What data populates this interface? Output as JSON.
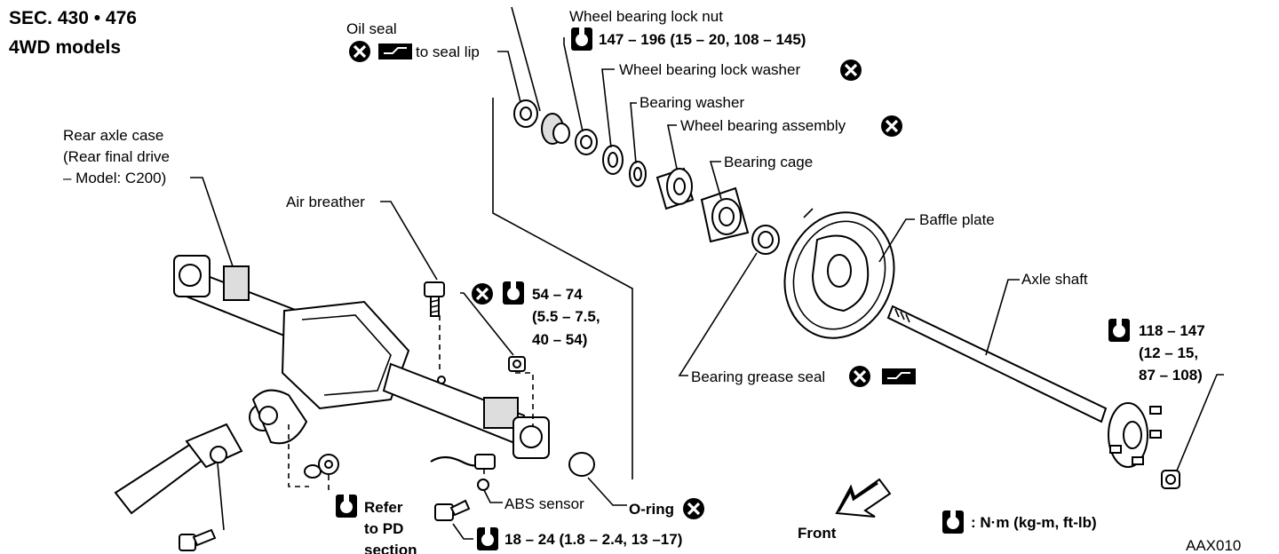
{
  "header": {
    "sec": "SEC. 430 • 476",
    "model": "4WD models"
  },
  "labels": {
    "oil_seal": "Oil seal",
    "to_seal_lip": "to seal lip",
    "wheel_bearing_lock_nut": "Wheel bearing lock nut",
    "lock_nut_torque": "147 – 196 (15 – 20, 108 – 145)",
    "wheel_bearing_lock_washer": "Wheel bearing lock washer",
    "bearing_washer": "Bearing washer",
    "wheel_bearing_assembly": "Wheel bearing assembly",
    "bearing_cage": "Bearing cage",
    "baffle_plate": "Baffle plate",
    "axle_shaft": "Axle shaft",
    "rear_axle_case_1": "Rear axle case",
    "rear_axle_case_2": "(Rear final drive",
    "rear_axle_case_3": "– Model: C200)",
    "air_breather": "Air breather",
    "torque_54_1": "54 – 74",
    "torque_54_2": "(5.5 – 7.5,",
    "torque_54_3": "40 – 54)",
    "torque_118_1": "118 – 147",
    "torque_118_2": "(12 – 15,",
    "torque_118_3": "87 – 108)",
    "bearing_grease_seal": "Bearing grease seal",
    "refer_1": "Refer",
    "refer_2": "to PD",
    "refer_3": "section",
    "abs_sensor": "ABS sensor",
    "o_ring": "O-ring",
    "abs_torque": "18 – 24 (1.8 – 2.4, 13 –17)",
    "front": "Front",
    "units": ": N·m (kg-m, ft-lb)",
    "figure_code": "AAX010"
  }
}
